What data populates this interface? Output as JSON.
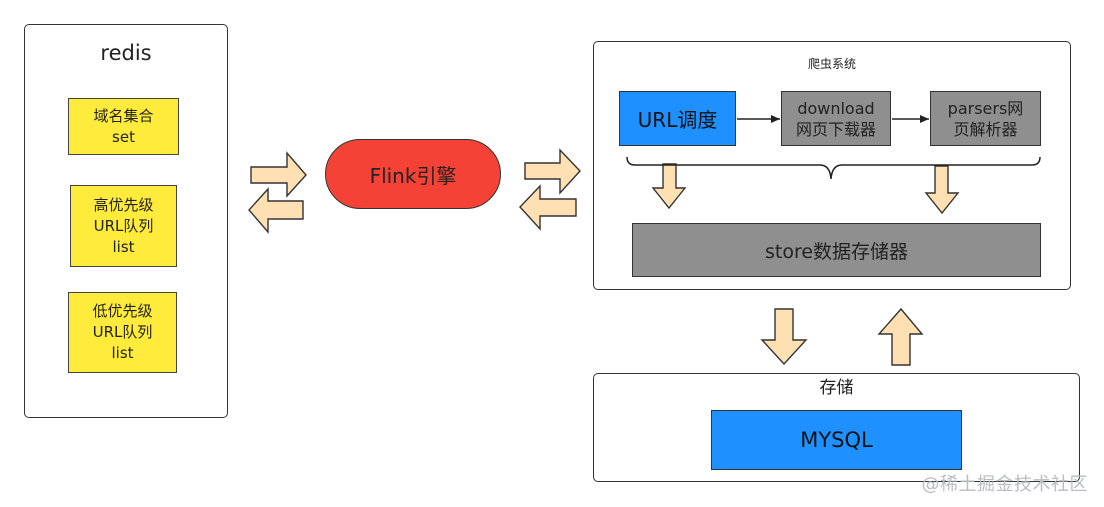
{
  "redis": {
    "title": "redis",
    "items": [
      {
        "line1": "域名集合",
        "line2": "set"
      },
      {
        "line1": "高优先级",
        "line2": "URL队列",
        "line3": "list"
      },
      {
        "line1": "低优先级",
        "line2": "URL队列",
        "line3": "list"
      }
    ]
  },
  "engine": {
    "label": "Flink引擎"
  },
  "crawler": {
    "title": "爬虫系统",
    "scheduler": "URL调度",
    "downloader": {
      "line1": "download",
      "line2": "网页下载器"
    },
    "parser": {
      "line1": "parsers网",
      "line2": "页解析器"
    },
    "store": "store数据存储器"
  },
  "storage": {
    "title": "存储",
    "db": "MYSQL"
  },
  "watermark": "@稀土掘金技术社区",
  "colors": {
    "yellow": "#ffeb3b",
    "blue": "#1e90ff",
    "gray": "#8f8f8f",
    "red": "#f44336",
    "arrow_fill": "#ffe0b2"
  }
}
